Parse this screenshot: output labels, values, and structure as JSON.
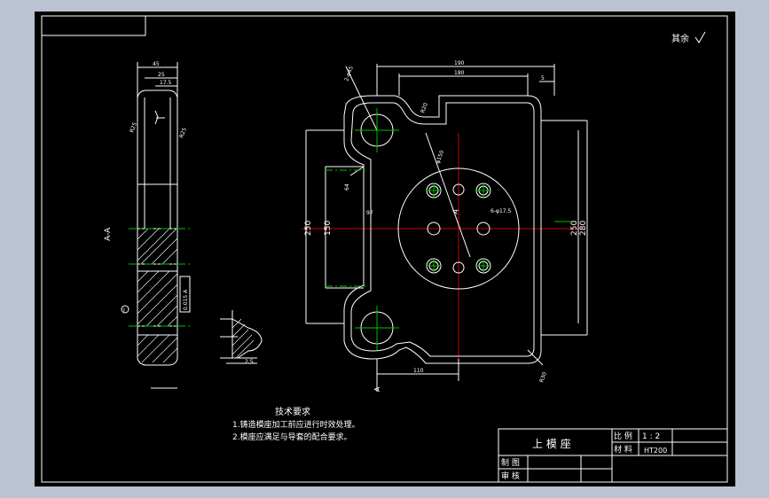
{
  "title_block": {
    "part_name": "上 模 座",
    "scale_label": "比 例",
    "scale_value": "1 : 2",
    "material_label": "材 料",
    "material_value": "HT200",
    "drawn_label": "制 图",
    "checked_label": "审 核"
  },
  "roughness_note": "其余",
  "technical_requirements": {
    "heading": "技术要求",
    "items": [
      "1.铸造模座加工前应进行时效处理。",
      "2.模座应满足与导套的配合要求。"
    ]
  },
  "section_labels": {
    "side_view": "A-A",
    "cut_top": "A",
    "cut_bottom": "A",
    "detail": "I"
  },
  "dimensions": {
    "overall_width": "190",
    "inner_width": "180",
    "left_height_outer": "250",
    "left_height_inner": "150",
    "right_height_inner": "250",
    "right_height_outer": "280",
    "bottom_width": "110",
    "hole_note": "2-φ45",
    "offset": "5",
    "circle_dia": "φ150",
    "small_hole": "6-φ17.5",
    "side_top": "45",
    "side_a": "25",
    "side_b": "17.5",
    "tolerance": "0.015 A",
    "radius_top": "R20",
    "radius_bottom": "R30",
    "r_a": "R25",
    "r_b": "R25",
    "dim_97": "97",
    "dim_64": "64",
    "dim_25": "2.5"
  }
}
